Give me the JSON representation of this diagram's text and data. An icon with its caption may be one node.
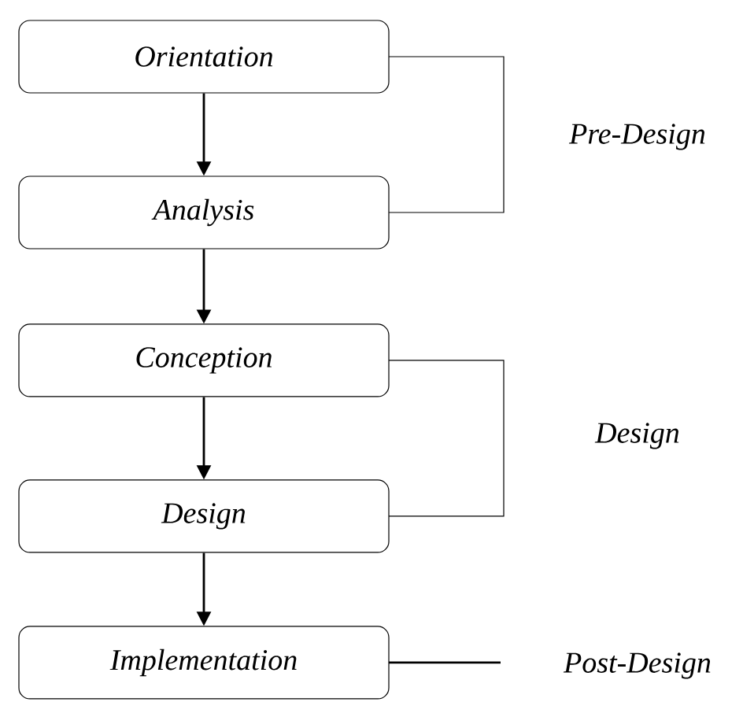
{
  "diagram": {
    "nodes": [
      {
        "text": [
          "Orientation"
        ]
      },
      {
        "text": [
          "Analysis"
        ]
      },
      {
        "text": [
          "Conception"
        ]
      },
      {
        "text": [
          "Design"
        ]
      },
      {
        "text": [
          "Implementation"
        ]
      }
    ],
    "edges": [
      {
        "from": 0,
        "to": 1,
        "arrow": "to"
      },
      {
        "from": 1,
        "to": 2,
        "arrow": "to"
      },
      {
        "from": 2,
        "to": 3,
        "arrow": "to"
      },
      {
        "from": 3,
        "to": 4,
        "arrow": "to"
      }
    ],
    "labels": [
      "Pre-Design",
      "Design",
      "Post-Design"
    ]
  }
}
